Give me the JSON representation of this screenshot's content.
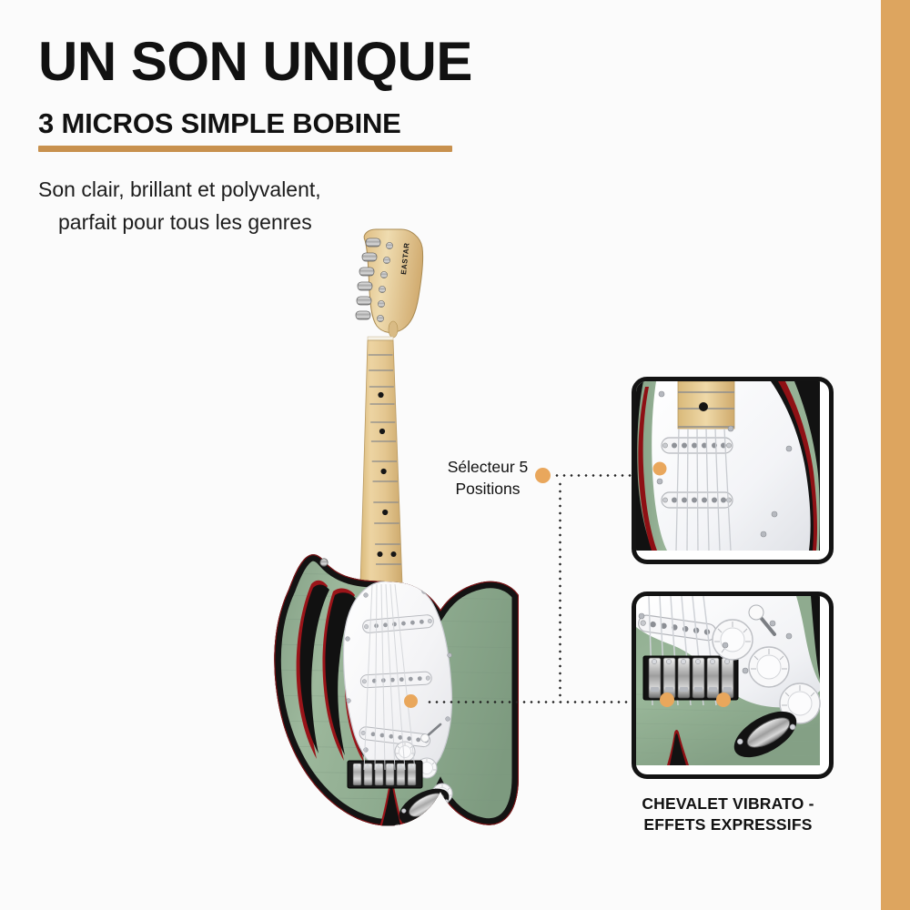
{
  "meta": {
    "background_color": "#fbfbfb",
    "accent_color": "#c8914e",
    "stripe_color": "#dda55f",
    "dot_color": "#e9a75c",
    "body_green": "#8ea98f",
    "maple": "#e6c98f",
    "language": "fr"
  },
  "headline": {
    "title": "UN SON UNIQUE",
    "subtitle": "3 MICROS SIMPLE BOBINE",
    "description_line1": "Son clair, brillant et polyvalent,",
    "description_line2": "parfait pour tous les genres"
  },
  "callouts": [
    {
      "id": "selector",
      "label_line1": "Sélecteur 5",
      "label_line2": "Positions"
    }
  ],
  "insets": [
    {
      "id": "pickups-inset",
      "caption": ""
    },
    {
      "id": "bridge-inset",
      "caption_line1": "CHEVALET VIBRATO -",
      "caption_line2": "EFFETS EXPRESSIFS"
    }
  ],
  "product": {
    "type": "electric-guitar",
    "body_finish": "sage green with black and red flame graphics",
    "pickguard": "white",
    "pickups": 3,
    "neck": "maple",
    "headstock_logo": "EASTAR",
    "controls": 3,
    "bridge": "vibrato"
  }
}
